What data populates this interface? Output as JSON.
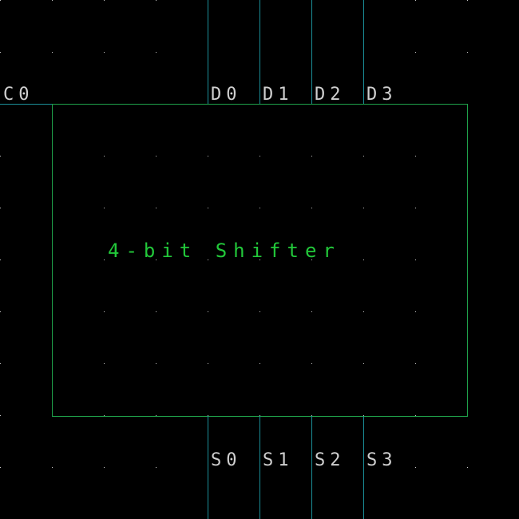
{
  "schematic": {
    "block_title": "4-bit Shifter",
    "background_color": "#000000",
    "grid_dot_color": "#c8c8c8",
    "block_outline_color": "#1fa14a",
    "wire_color": "#1b8f99",
    "title_color": "#22c83a",
    "pin_label_color": "#d0d0d0",
    "pins": {
      "carry_in": {
        "label": "C0",
        "side": "left"
      },
      "data_inputs": [
        {
          "label": "D0",
          "side": "top"
        },
        {
          "label": "D1",
          "side": "top"
        },
        {
          "label": "D2",
          "side": "top"
        },
        {
          "label": "D3",
          "side": "top"
        }
      ],
      "select_inputs": [
        {
          "label": "S0",
          "side": "bottom"
        },
        {
          "label": "S1",
          "side": "bottom"
        },
        {
          "label": "S2",
          "side": "bottom"
        },
        {
          "label": "S3",
          "side": "bottom"
        }
      ]
    }
  }
}
